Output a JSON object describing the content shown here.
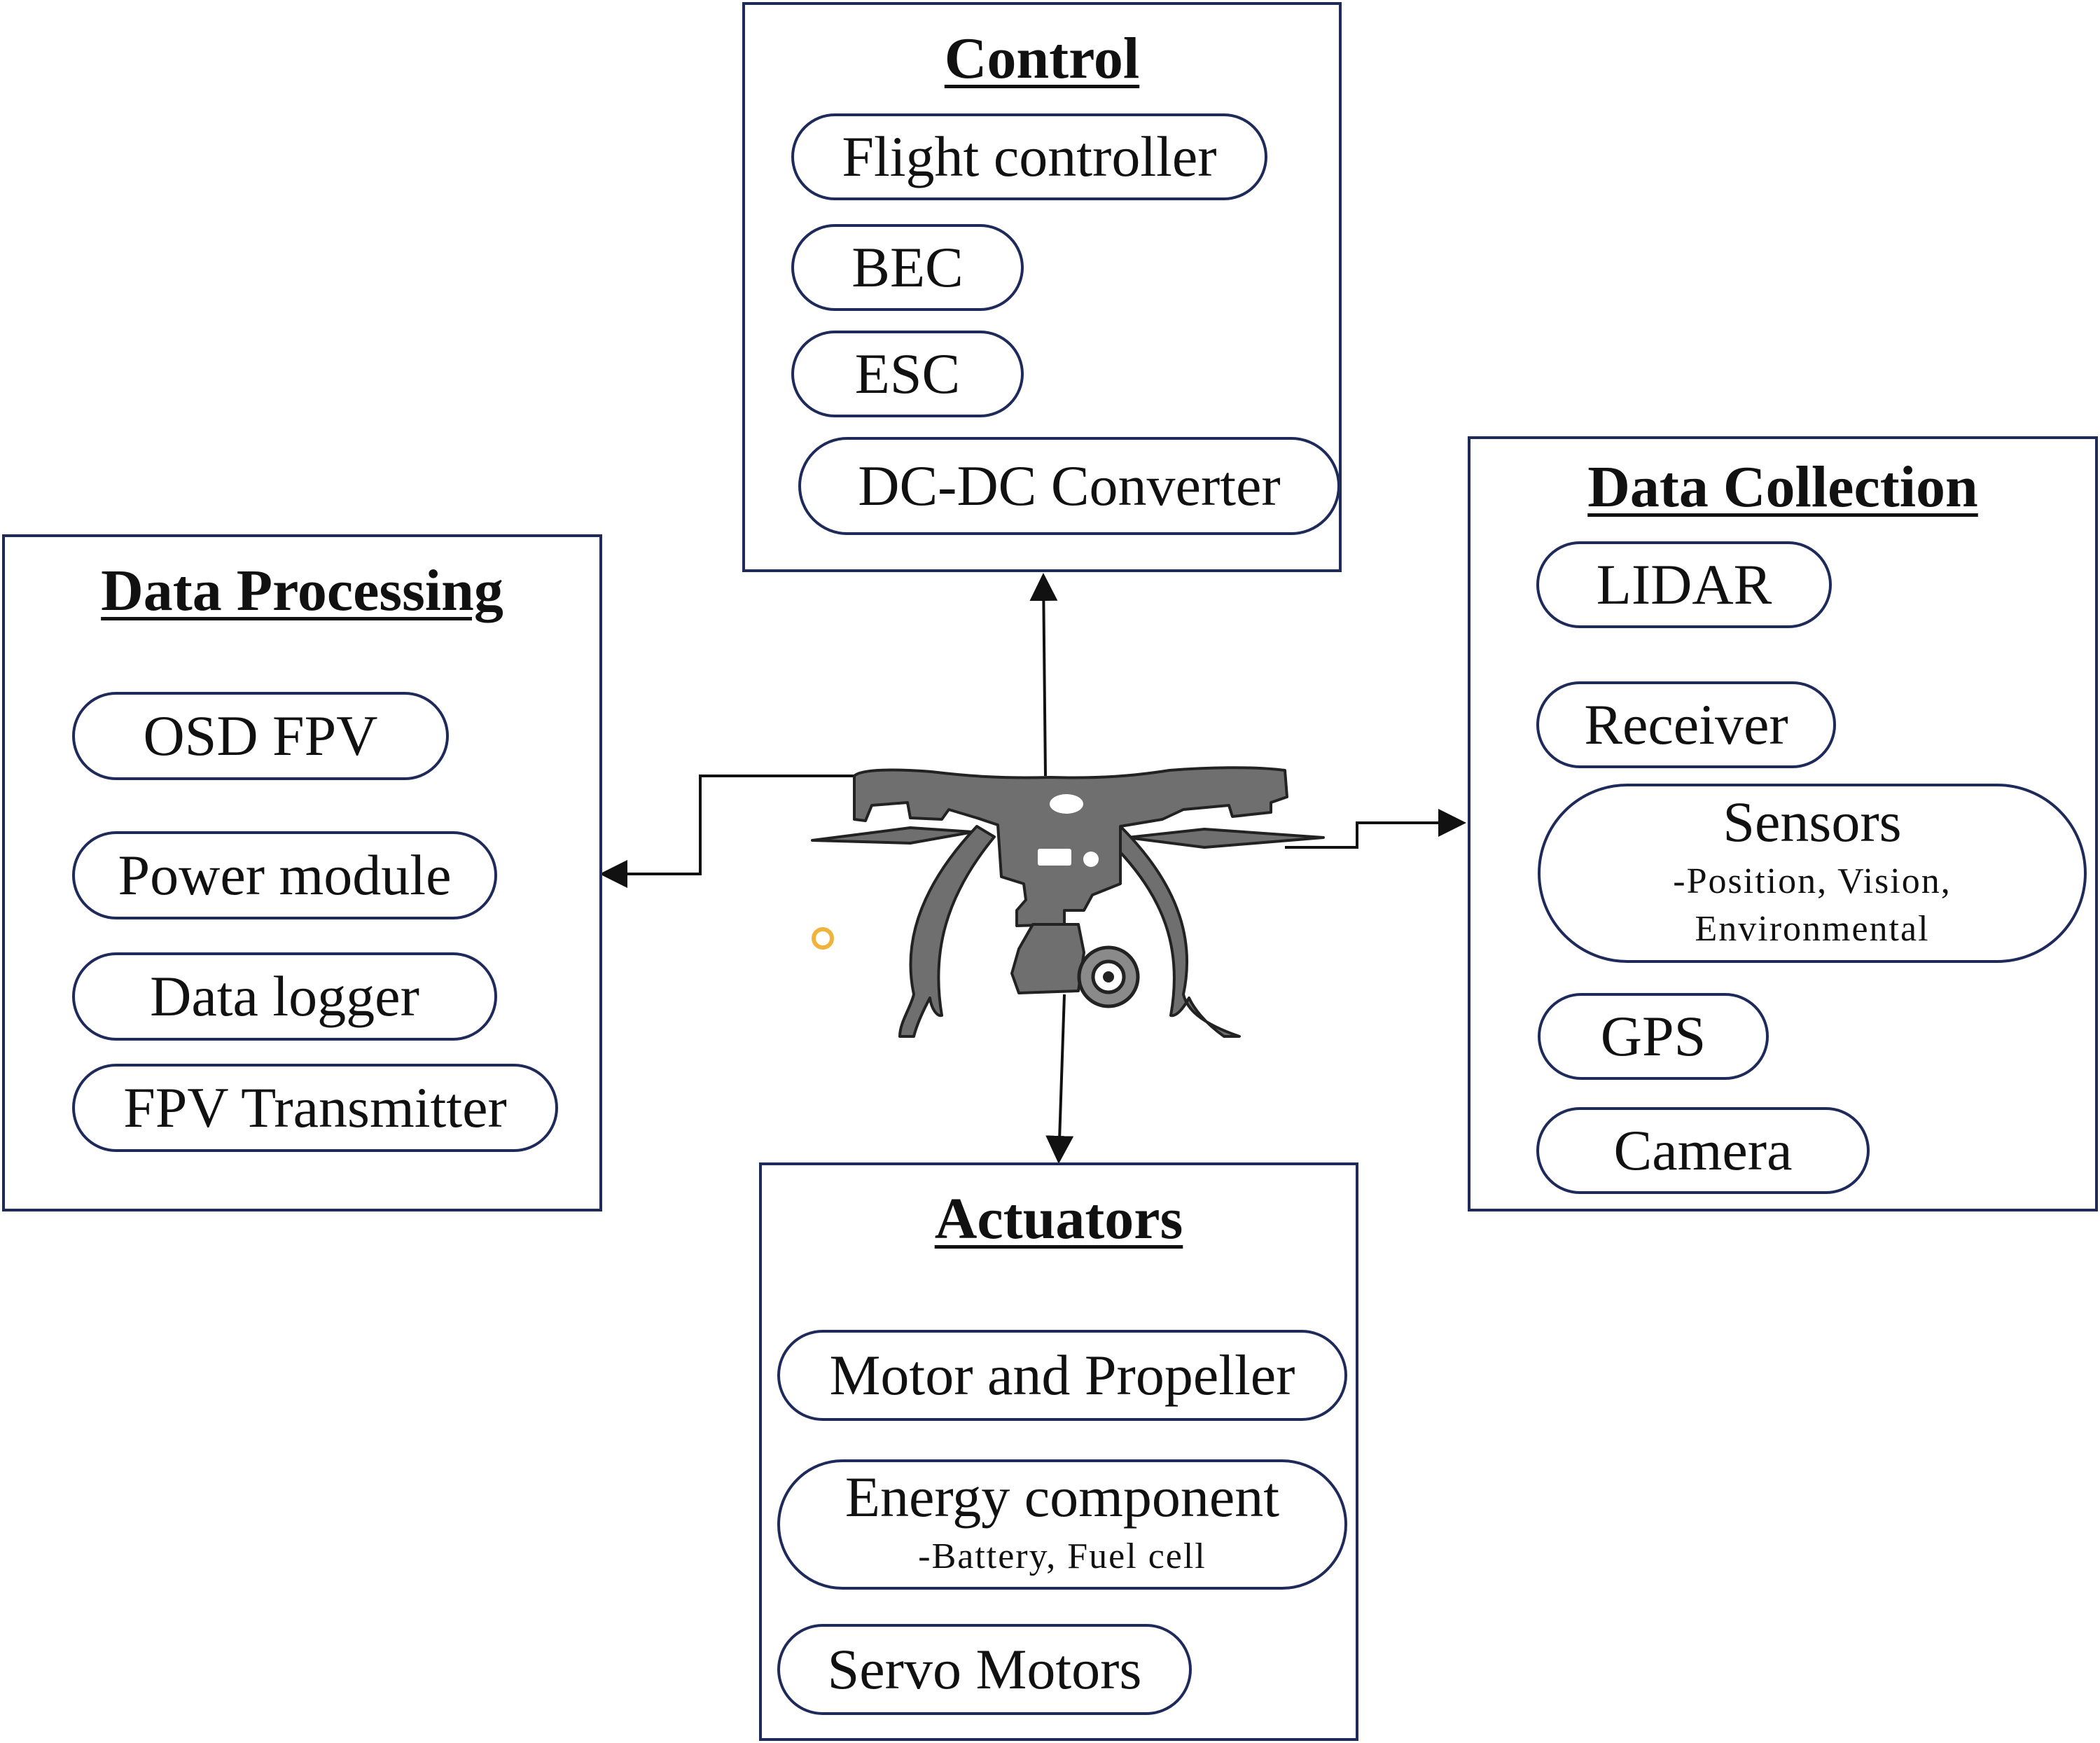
{
  "control": {
    "title": "Control",
    "items": [
      "Flight controller",
      "BEC",
      "ESC",
      "DC-DC Converter"
    ]
  },
  "data_processing": {
    "title": "Data Processing",
    "items": [
      "OSD FPV",
      "Power module",
      "Data logger",
      "FPV Transmitter"
    ]
  },
  "data_collection": {
    "title": "Data Collection",
    "items": [
      "LIDAR",
      "Receiver",
      "GPS",
      "Camera"
    ],
    "sensors": {
      "label": "Sensors",
      "detail_1": "-Position, Vision,",
      "detail_2": "Environmental"
    }
  },
  "actuators": {
    "title": "Actuators",
    "items": [
      "Motor and Propeller",
      "Servo Motors"
    ],
    "energy": {
      "label": "Energy component",
      "detail": "-Battery, Fuel cell"
    }
  },
  "colors": {
    "border": "#1e2a5a",
    "drone": "#6f6f6f",
    "arrow": "#111111",
    "accent_dot": "#f0b43c"
  }
}
